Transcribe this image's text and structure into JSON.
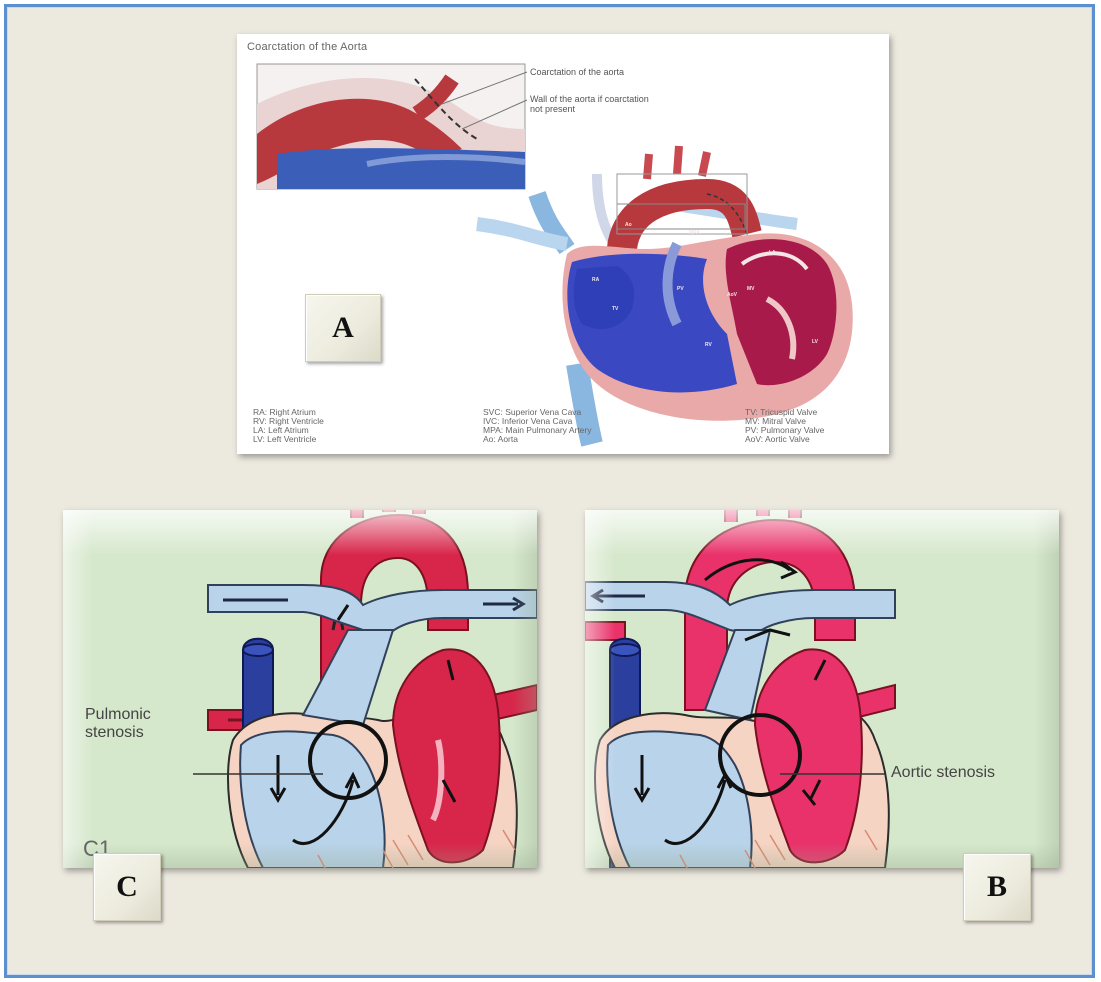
{
  "panel_a": {
    "title": "Coarctation of the Aorta",
    "callout_1": "Coarctation of the aorta",
    "callout_2": "Wall of the aorta if coarctation not present",
    "heart_labels": [
      "Ao",
      "MPA",
      "LA",
      "RA",
      "PV",
      "TV",
      "MV",
      "AoV",
      "RV",
      "LV"
    ],
    "legend_col1": [
      "RA: Right Atrium",
      "RV: Right Ventricle",
      "LA: Left Atrium",
      "LV: Left Ventricle"
    ],
    "legend_col2": [
      "SVC: Superior Vena Cava",
      "IVC: Inferior Vena Cava",
      "MPA: Main Pulmonary Artery",
      "Ao: Aorta"
    ],
    "legend_col3": [
      "TV: Tricuspid Valve",
      "MV: Mitral Valve",
      "PV: Pulmonary Valve",
      "AoV: Aortic Valve"
    ],
    "badge": "A"
  },
  "panel_c": {
    "label_line1": "Pulmonic",
    "label_line2": "stenosis",
    "corner_mark": "C1",
    "badge": "C"
  },
  "panel_b": {
    "label": "Aortic stenosis",
    "badge": "B"
  },
  "colors": {
    "frame_border": "#5b8fd0",
    "background": "#ece9df",
    "panel_green": "#d6e8cc",
    "oxygenated_red": "#d8264a",
    "deoxygenated_blue": "#b9d3ea",
    "vena_cava_blue": "#2a3f9e"
  }
}
